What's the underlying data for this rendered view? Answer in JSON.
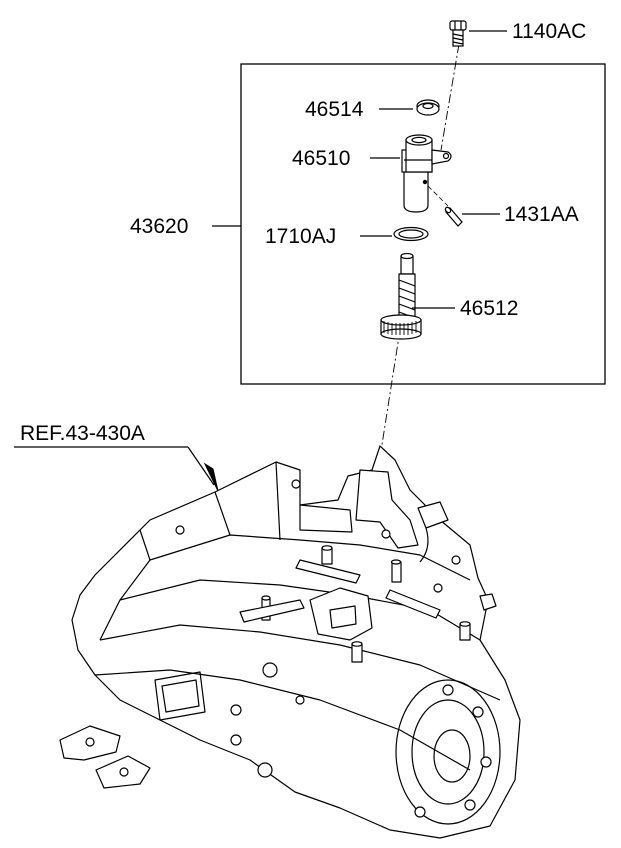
{
  "diagram": {
    "labels": {
      "p_1140AC": "1140AC",
      "p_46514": "46514",
      "p_46510": "46510",
      "p_1431AA": "1431AA",
      "p_43620": "43620",
      "p_1710AJ": "1710AJ",
      "p_46512": "46512",
      "ref": "REF.43-430A"
    },
    "colors": {
      "line": "#000000",
      "background": "#ffffff"
    }
  }
}
